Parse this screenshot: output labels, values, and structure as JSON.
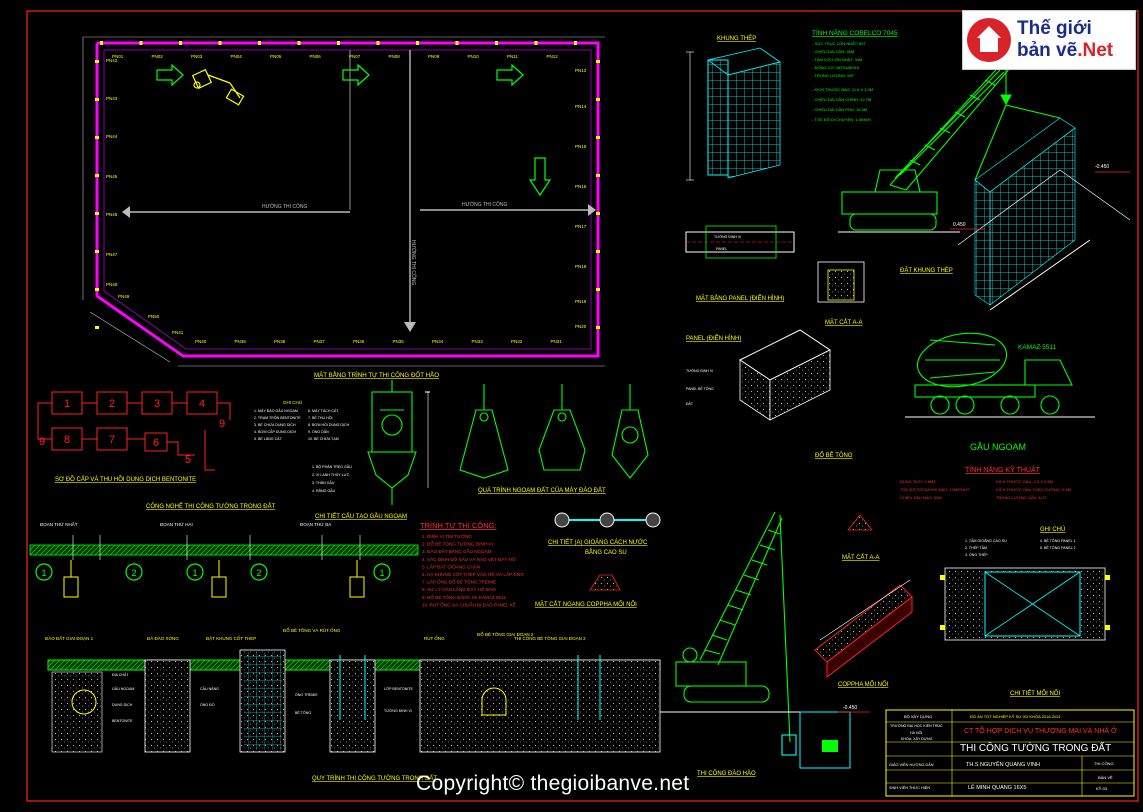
{
  "logo": {
    "line1": "Thế giới",
    "line2a": "bản vẽ",
    "line2b": ".Net"
  },
  "copyright": "Copyright© thegioibanve.net",
  "plan": {
    "title": "MẶT BẰNG TRÌNH TỰ THI CÔNG ĐỐT HẦO",
    "axis_label_1": "HƯỚNG THI CÔNG",
    "axis_label_2": "HƯỚNG THI CÔNG",
    "panels_top": [
      "PN01",
      "PN02",
      "PN03",
      "PN04",
      "PN05",
      "PN06",
      "PN07",
      "PN08",
      "PN09",
      "PN10",
      "PN11",
      "PN12"
    ],
    "panels_bottom": [
      "PN40",
      "PN39",
      "PN38",
      "PN37",
      "PN36",
      "PN35",
      "PN34",
      "PN33",
      "PN32",
      "PN31"
    ]
  },
  "flow": {
    "title": "SƠ ĐỒ CẤP VÀ THU HỒI DUNG DỊCH BENTONITE",
    "boxes": [
      "1",
      "2",
      "3",
      "4",
      "8",
      "7",
      "6"
    ],
    "side_numbers": [
      "9",
      "9",
      "5"
    ]
  },
  "tech_title": "CÔNG NGHỆ THI CÔNG TƯỜNG TRONG ĐẤT",
  "grab_detail_title": "CHI TIẾT CẤU TẠO GẦU NGOẠM",
  "grab_process_title": "QUÁ TRÌNH NGOẠM ĐẤT CỦA MÁY ĐÀO ĐẤT",
  "grab_title": "GẦU NGOẠM",
  "truck_label": "KAMAZ 5511",
  "steel_cage_title": "KHUNG THÉP",
  "panel_plan_title": "MẶT BẰNG PANEL (ĐIỂN HÌNH)",
  "section_aa_title": "MẶT CẮT A-A",
  "panel_iso_title": "PANEL (ĐIỂN HÌNH)",
  "crane_specs_title": "TÍNH NĂNG COBELCO 7045",
  "cage_drop_label": "ĐẶT KHUNG THÉP",
  "level_1": "-0.450",
  "level_2": "0.450",
  "level_3": "-0.450",
  "concrete_title": "ĐỔ BÊ TÔNG",
  "tech_specs_title": "TÍNH NĂNG KỸ THUẬT",
  "sequence": {
    "title": "TRÌNH TỰ THI CÔNG:",
    "steps": [
      "1. ĐỊNH VỊ TIM TƯỜNG",
      "2. ĐỔ BÊ TÔNG TƯỜNG ĐỊNH VỊ",
      "3. ĐÀO ĐẤT BẰNG GẦU NGOẠM",
      "4. XÁC ĐỊNH ĐỘ SÂU VÀ NẠO VÉT ĐÁY HỐ",
      "5. LẮP ĐẶT GIOĂNG CHẶN",
      "6. HẠ KHUNG CỐT THÉP VÀO HỐ VÀ LẮP ỐNG",
      "7. LẮP ỐNG ĐỔ BÊ TÔNG TREMIE",
      "8. XỬ LÝ CẶN LẮNG ĐÁY HỐ ĐÀO",
      "9. ĐỔ BÊ TÔNG BẰNG XE KAMAZ 5511",
      "10. RÚT ỐNG VÀ CHUẨN BỊ ĐÀO PANEL KẾ"
    ]
  },
  "joint_title": "CHI TIẾT (A) GIOĂNG CÁCH NƯỚC\nBẰNG CAO SU",
  "joint_title_l1": "CHI TIẾT (A) GIOĂNG CÁCH NƯỚC",
  "joint_title_l2": "BẰNG CAO SU",
  "formwork_section_title": "MẶT CẮT NGANG COPPHA MỐI NỐI",
  "section_a_title": "MẶT CẮT A-A",
  "formwork_joint_title": "COPPHA MỐI NỐI",
  "joint_detail_title": "CHI TIẾT MỐI NỐI",
  "notes_title": "GHI CHÚ",
  "left_steps": [
    "ĐOẠN THỨ NHẤT",
    "ĐOẠN THỨ HAI",
    "ĐOẠN THỨ BA"
  ],
  "circle_labels": [
    "1",
    "2",
    "1",
    "2",
    "1"
  ],
  "process_title": "QUY TRÌNH THI CÔNG TƯỜNG TRONG ĐẤT",
  "process_steps": [
    "ĐÀO ĐẤT GIAI ĐOẠN 1",
    "ĐÀ ĐÀO XONG",
    "ĐẶT KHUNG CỐT THÉP",
    "ĐỔ BÊ TÔNG VÀ RÚT ỐNG",
    "RÚT ỐNG",
    "ĐỔ BÊ TÔNG GIAI ĐOẠN 2",
    "THI CÔNG BÊ TÔNG GIAI ĐOẠN 2"
  ],
  "lower_crane_title": "THI CÔNG ĐÀO HÀO",
  "lower_level": "-0.450",
  "titleblock": {
    "project_label": "ĐỒ ÁN TỐT NGHIỆP KỸ SƯ XD KHÓA 2016-2021",
    "project": "CT TỔ HỢP DỊCH VỤ THƯƠNG MẠI VÀ NHÀ Ở",
    "school": "BỘ XÂY DỰNG",
    "school2": "TRƯỜNG ĐẠI HỌC KIẾN TRÚC",
    "city": "HÀ NỘI",
    "faculty": "KHOA: XÂY DỰNG",
    "drawing_title": "THI CÔNG TƯỜNG TRONG ĐẤT",
    "advisor_role": "GIÁO VIÊN HƯỚNG DẪN",
    "advisor": "TH.S NGUYỄN QUANG VINH",
    "student_role": "SINH VIÊN THỰC HIỆN",
    "student": "LÊ MINH QUANG 16X5",
    "sheet_label": "BẢN VẼ",
    "sheet_no": "KỸ-03",
    "stage": "THI CÔNG"
  },
  "colors": {
    "bg": "#000000",
    "green": "#00ff00",
    "magenta": "#ff00ff",
    "red": "#ff2020",
    "yellow": "#ffff00",
    "white": "#ffffff",
    "cyan": "#00ffff",
    "blue": "#2b6cff",
    "grey": "#9a9a9a"
  }
}
